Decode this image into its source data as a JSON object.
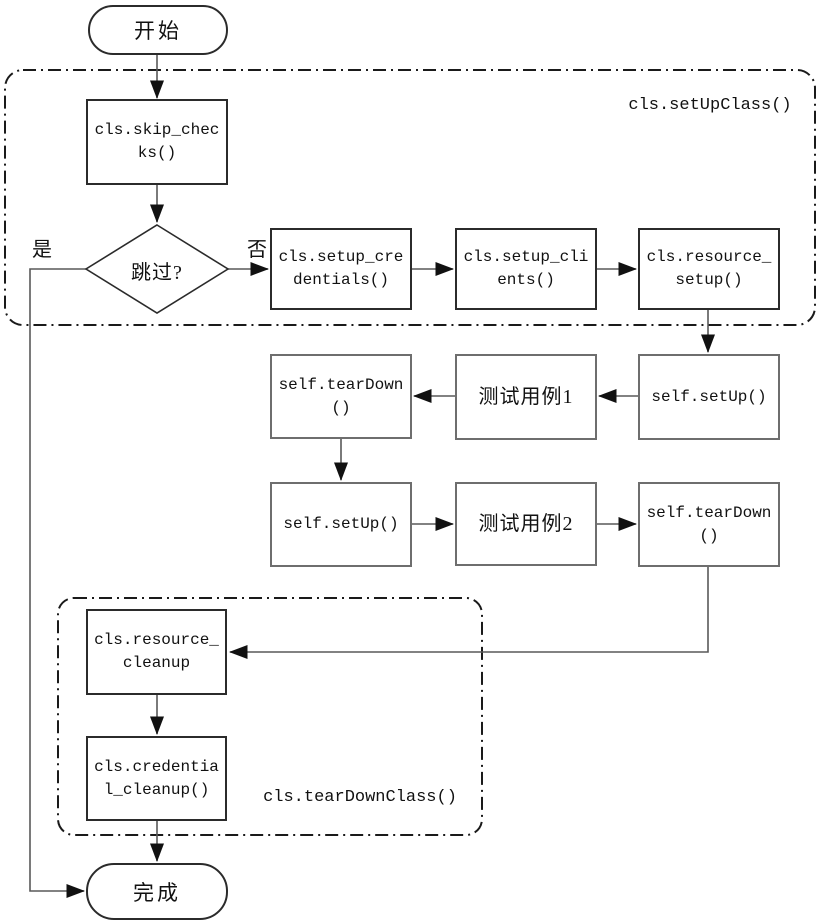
{
  "colors": {
    "ink": "#111111",
    "connector": "#595959",
    "box_border_gray": "#6e6e6e",
    "box_border_dark": "#2b2b2b",
    "group_border": "#1a1a1a"
  },
  "flowchart": {
    "start": {
      "label": "开始"
    },
    "setup_class_group": {
      "label": "cls.setUpClass()"
    },
    "skip_checks": {
      "label": "cls.skip_checks()"
    },
    "decision": {
      "label": "跳过?",
      "yes": "是",
      "no": "否"
    },
    "setup_credentials": {
      "label": "cls.setup_credentials()"
    },
    "setup_clients": {
      "label": "cls.setup_clients()"
    },
    "resource_setup": {
      "label": "cls.resource_setup()"
    },
    "setup_1": {
      "label": "self.setUp()"
    },
    "testcase_1": {
      "label": "测试用例1"
    },
    "teardown_1": {
      "label": "self.tearDown()"
    },
    "setup_2": {
      "label": "self.setUp()"
    },
    "testcase_2": {
      "label": "测试用例2"
    },
    "teardown_2": {
      "label": "self.tearDown()"
    },
    "teardown_class_group": {
      "label": "cls.tearDownClass()"
    },
    "resource_cleanup": {
      "label": "cls.resource_cleanup"
    },
    "credential_cleanup": {
      "label": "cls.credential_cleanup()"
    },
    "end": {
      "label": "完成"
    }
  }
}
